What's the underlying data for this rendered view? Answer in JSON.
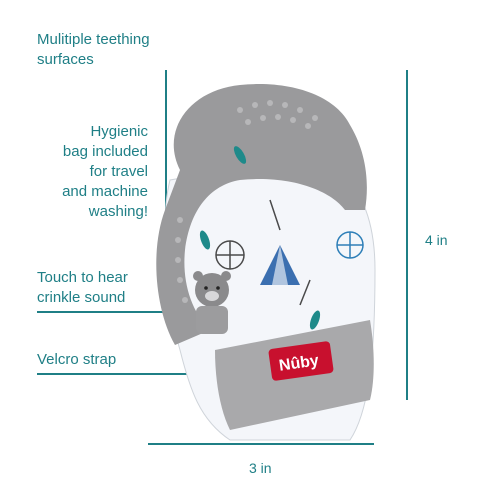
{
  "callouts": [
    {
      "id": "surfaces",
      "text": "Mulitiple teething\nsurfaces"
    },
    {
      "id": "bag",
      "text": "Hygienic\nbag included\nfor travel\nand machine\nwashing!"
    },
    {
      "id": "crinkle",
      "text": "Touch to hear\ncrinkle sound"
    },
    {
      "id": "velcro",
      "text": "Velcro strap"
    }
  ],
  "dimensions": {
    "height_label": "4 in",
    "width_label": "3 in"
  },
  "product": {
    "brand_logo": "Nûby",
    "icons": [
      "bear-icon",
      "teepee-icon",
      "wheel-icon",
      "arrow-icon",
      "feather-icon"
    ]
  },
  "colors": {
    "accent": "#1f7f86",
    "silicone": "#9a9a9c",
    "tag_red": "#c8102e"
  }
}
